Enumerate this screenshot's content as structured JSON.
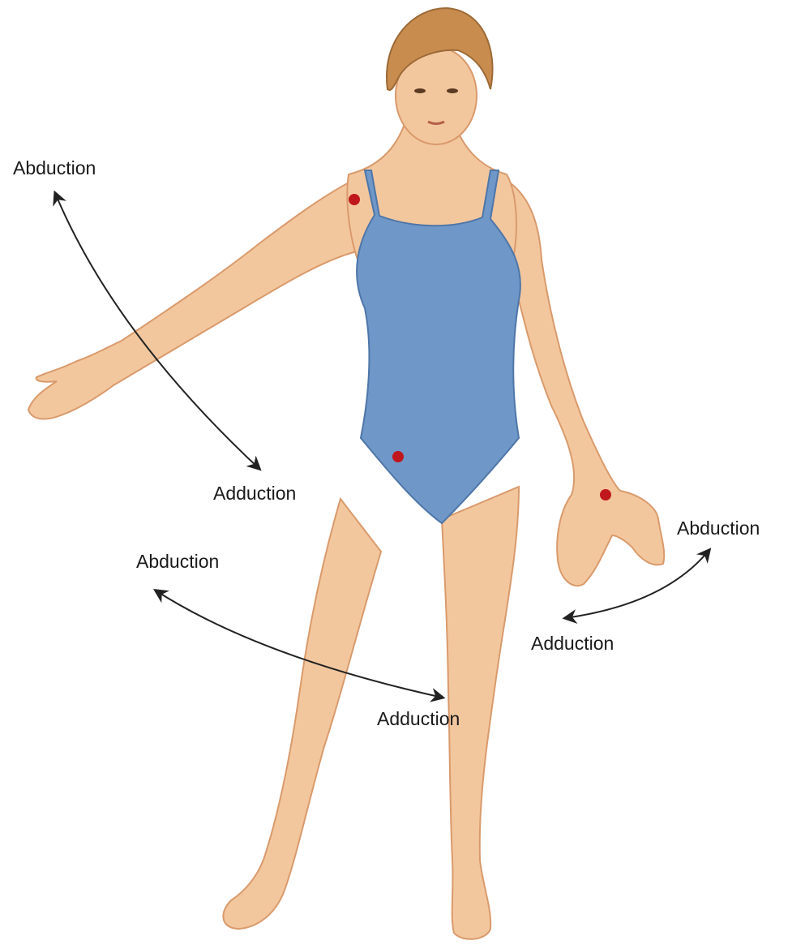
{
  "labels": {
    "shoulder_abduction": "Abduction",
    "shoulder_adduction": "Adduction",
    "hip_abduction": "Abduction",
    "hip_adduction": "Adduction",
    "wrist_abduction": "Abduction",
    "wrist_adduction": "Adduction"
  },
  "colors": {
    "skin": "#f3c79e",
    "skin_shadow": "#d99a6c",
    "swimsuit": "#6f97c8",
    "swimsuit_edge": "#4e76a8",
    "hair": "#c98c4f",
    "pivot_dot": "#c0171d",
    "arrow": "#222222"
  }
}
